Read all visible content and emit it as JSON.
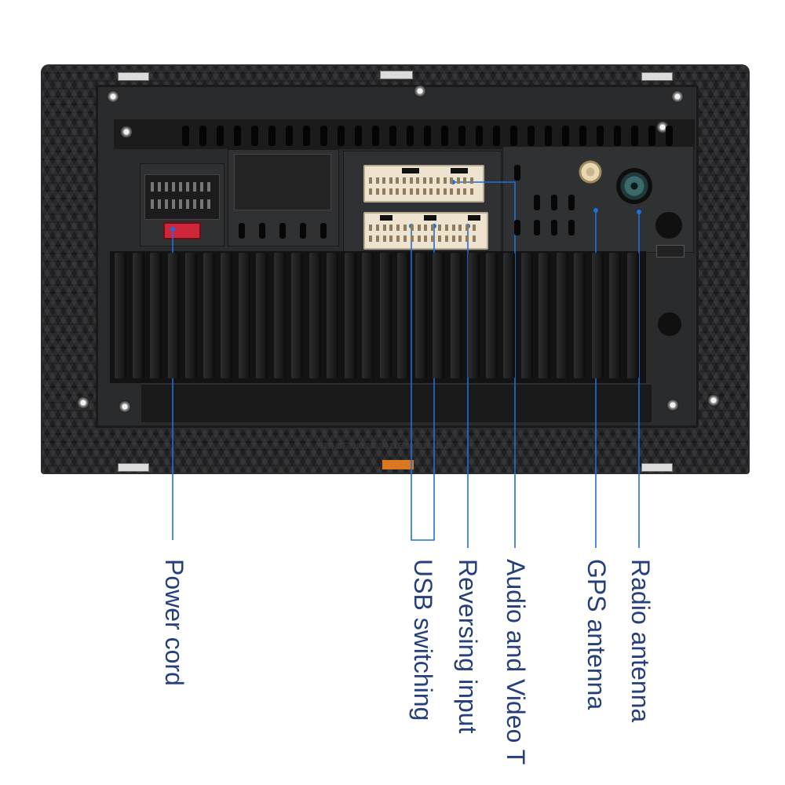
{
  "diagram": {
    "subject": "car head unit rear panel",
    "colors": {
      "leader_line": "#1d6fe0",
      "label_text": "#253f7a",
      "harness_plug": "#ede3cf",
      "fuse": "#d0263a",
      "gps_port": "#e9d9b2",
      "radio_port": "#3a6b6a"
    },
    "serial_text": "软件出厂:2017年7月21日0000303212",
    "callouts": [
      {
        "id": "power",
        "label": "Power cord"
      },
      {
        "id": "usb",
        "label": "USB switching"
      },
      {
        "id": "reversing",
        "label": "Reversing input"
      },
      {
        "id": "av",
        "label": "Audio and Video T"
      },
      {
        "id": "gps",
        "label": "GPS antenna"
      },
      {
        "id": "radio",
        "label": "Radio antenna"
      }
    ]
  }
}
